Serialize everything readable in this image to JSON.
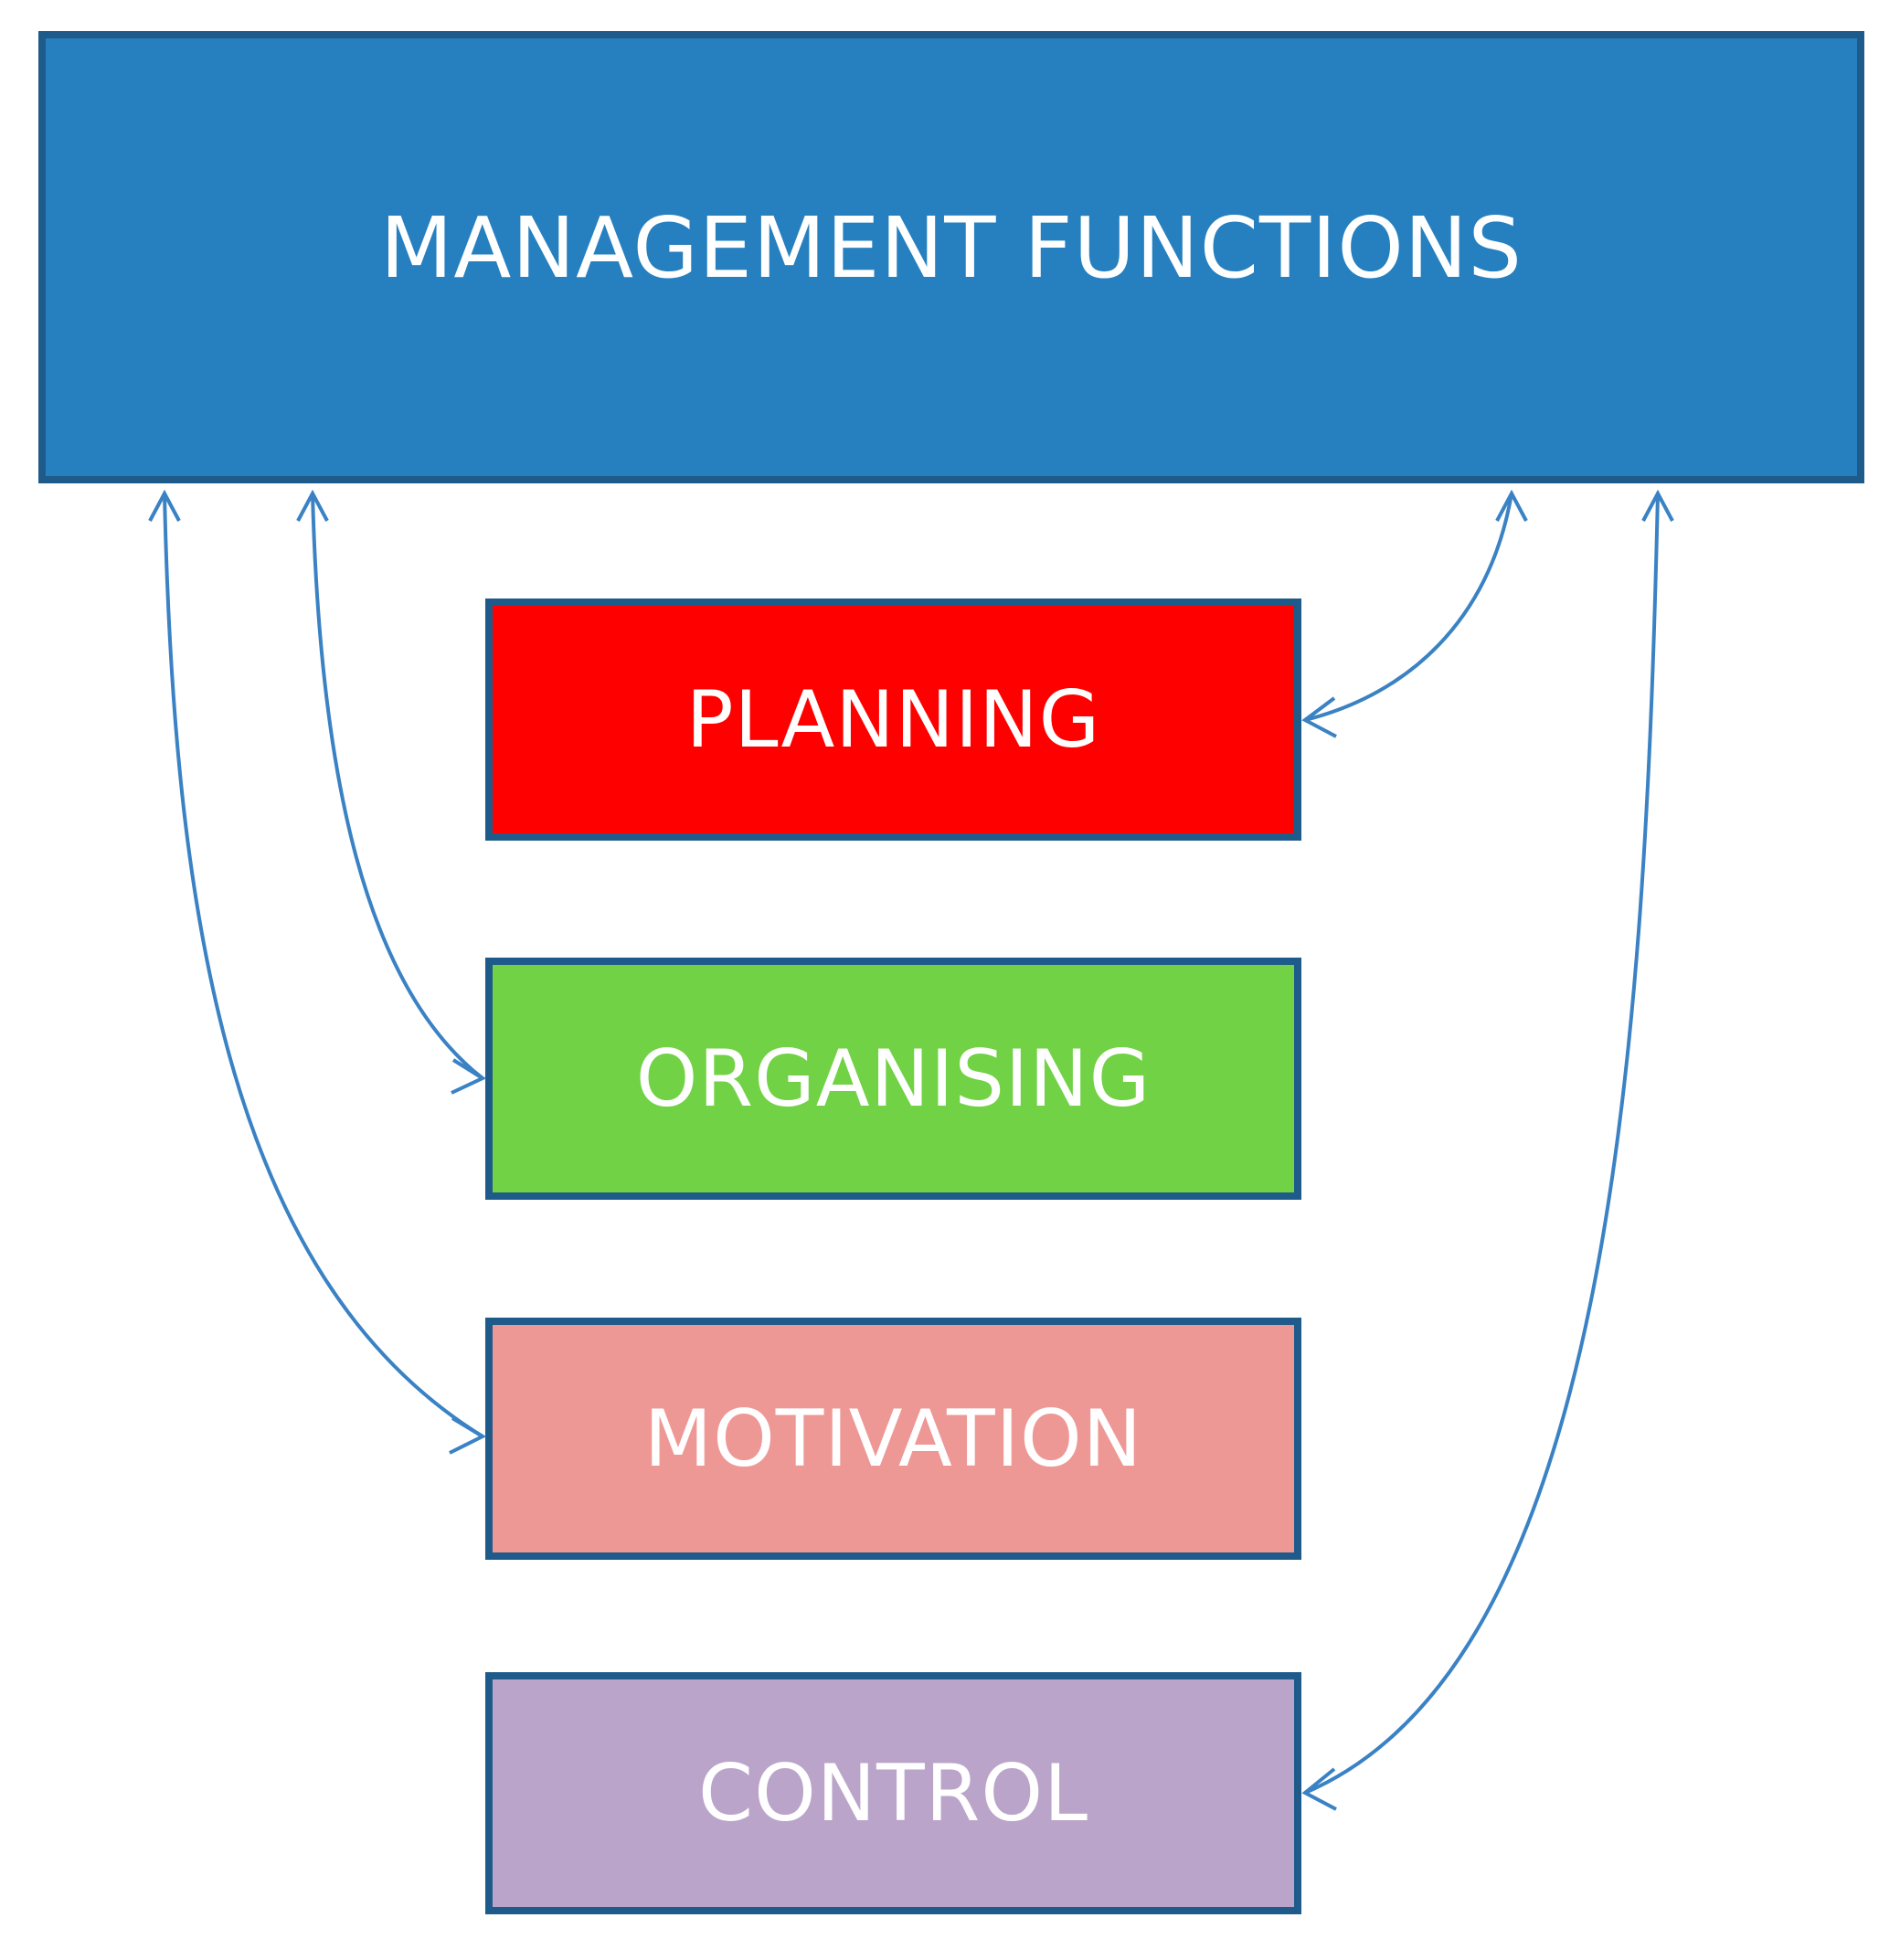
{
  "title": "MANAGEMENT FUNCTIONS",
  "functions": [
    {
      "label": "PLANNING",
      "color": "#ff0000"
    },
    {
      "label": "ORGANISING",
      "color": "#70d244"
    },
    {
      "label": "MOTIVATION",
      "color": "#ee9896"
    },
    {
      "label": "CONTROL",
      "color": "#bba4c9"
    }
  ],
  "colors": {
    "title_box": "#2680c0",
    "border": "#1f5b8a",
    "arrow": "#3a82c4",
    "text": "#ffffff"
  }
}
